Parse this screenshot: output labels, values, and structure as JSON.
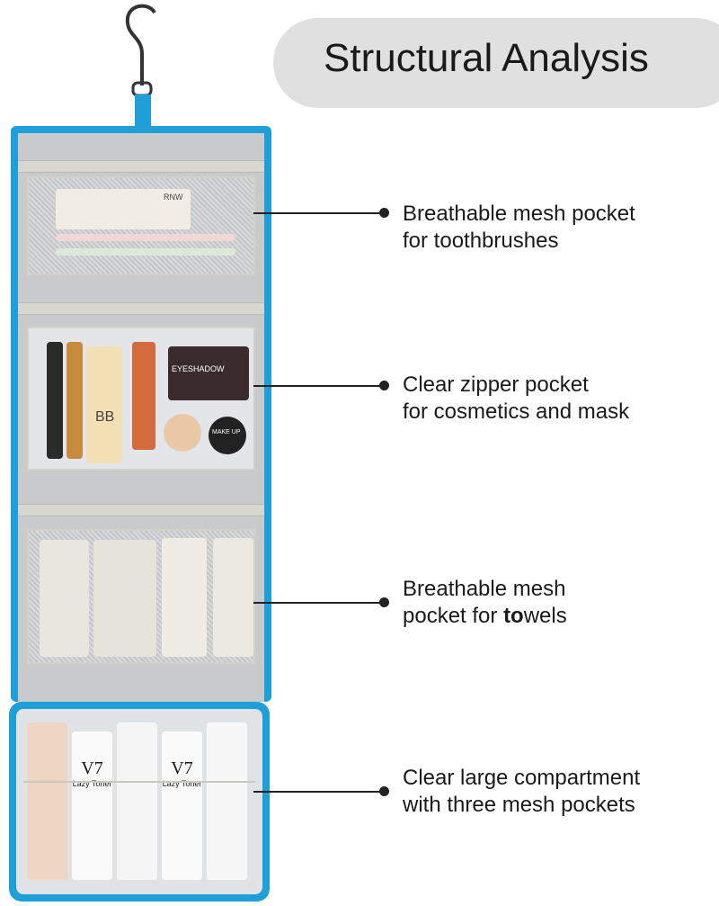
{
  "title": "Structural Analysis",
  "features": [
    {
      "line1": "Breathable mesh pocket",
      "line2": "for toothbrushes"
    },
    {
      "line1": "Clear zipper pocket",
      "line2": "for cosmetics and mask"
    },
    {
      "line1": "Breathable mesh",
      "line2_pre": "pocket for ",
      "line2_bold": "to",
      "line2_post": "wels"
    },
    {
      "line1": "Clear large compartment",
      "line2": "with three mesh pockets"
    }
  ],
  "product_labels": {
    "tube": "RNW",
    "palette": "EYESHADOW",
    "foundation": "BB",
    "jar": "MAKE UP",
    "toner_brand": "V7",
    "toner_name": "Lazy Toner"
  },
  "colors": {
    "bag_trim": "#1e9fd8",
    "lining": "#c9cacc",
    "pill": "#e0e0e0"
  }
}
